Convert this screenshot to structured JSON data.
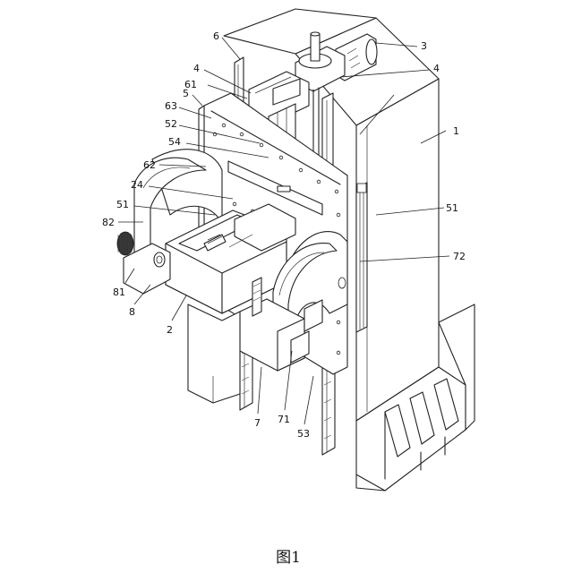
{
  "caption": "图1",
  "labels": [
    "1",
    "2",
    "3",
    "4",
    "4",
    "5",
    "6",
    "7",
    "8",
    "24",
    "51",
    "51",
    "52",
    "53",
    "54",
    "61",
    "62",
    "63",
    "71",
    "72",
    "81",
    "82"
  ]
}
